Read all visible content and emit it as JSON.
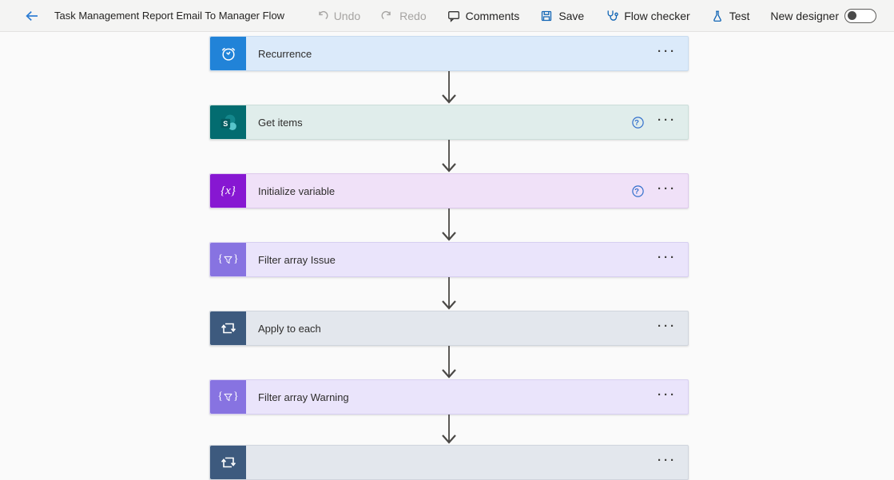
{
  "topbar": {
    "title": "Task Management Report Email To Manager Flow",
    "undo": "Undo",
    "redo": "Redo",
    "comments": "Comments",
    "save": "Save",
    "flow_checker": "Flow checker",
    "test": "Test",
    "new_designer": "New designer",
    "new_designer_toggle_state": "off"
  },
  "flow": {
    "more_glyph": "···",
    "help_glyph": "?",
    "icon_glyphs": {
      "variable": "{x}",
      "brace_open": "{",
      "brace_close": "}",
      "sharepoint_letter": "S"
    },
    "steps": [
      {
        "label": "Recurrence",
        "icon": "recurrence-clock-icon",
        "connector": "schedule",
        "has_help": false
      },
      {
        "label": "Get items",
        "icon": "sharepoint-icon",
        "connector": "sharepoint",
        "has_help": true
      },
      {
        "label": "Initialize variable",
        "icon": "initialize-variable-icon",
        "connector": "variable",
        "has_help": true
      },
      {
        "label": "Filter array Issue",
        "icon": "filter-array-icon",
        "connector": "data-operation",
        "has_help": false
      },
      {
        "label": "Apply to each",
        "icon": "apply-to-each-icon",
        "connector": "control",
        "has_help": false
      },
      {
        "label": "Filter array Warning",
        "icon": "filter-array-icon",
        "connector": "data-operation",
        "has_help": false
      },
      {
        "icon": "apply-to-each-icon",
        "connector": "control",
        "partial": true
      }
    ]
  },
  "colors": {
    "accent_blue": "#0f6cbd",
    "topbar_bg": "#f4f4f3",
    "canvas_bg": "#fafafa",
    "arrow": "#4a4845",
    "recurrence_icon_bg": "#2183d8",
    "recurrence_card_bg": "#dbeafa",
    "sharepoint_icon_bg": "#036c70",
    "sharepoint_card_bg": "#e0edeb",
    "variable_icon_bg": "#8717d2",
    "variable_card_bg": "#f0e1f8",
    "filter_icon_bg": "#8773e1",
    "filter_card_bg": "#eae4fb",
    "control_icon_bg": "#3d5a7e",
    "control_card_bg": "#e3e7ed",
    "help_icon": "#3370cc",
    "disabled_text": "#a6a4a2"
  }
}
